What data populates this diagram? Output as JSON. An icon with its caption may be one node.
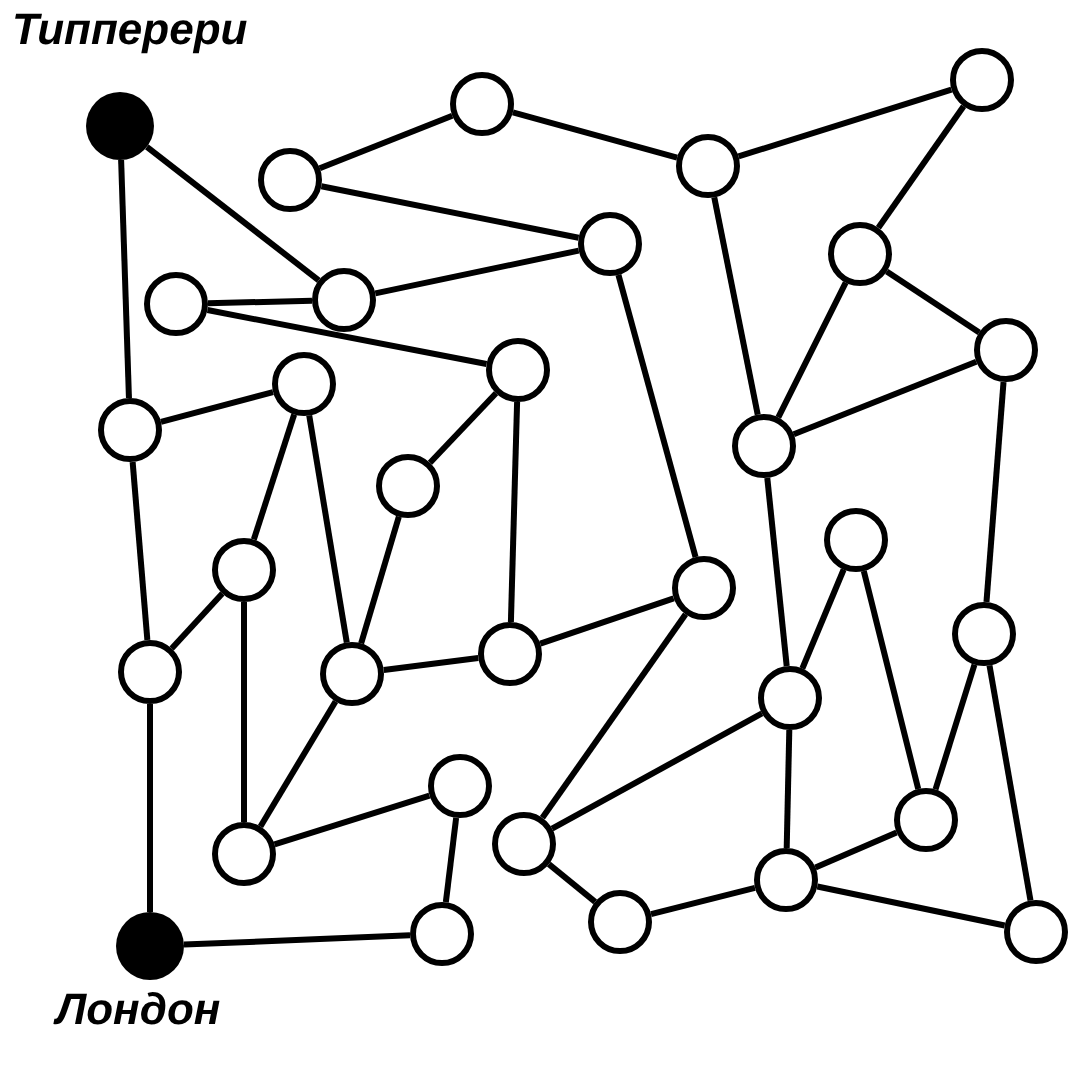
{
  "diagram": {
    "nodes": [
      {
        "text": [],
        "shape": "dot",
        "beside": [
          "Типперери"
        ]
      },
      {
        "text": [],
        "shape": "circle"
      },
      {
        "text": [],
        "shape": "circle"
      },
      {
        "text": [],
        "shape": "circle"
      },
      {
        "text": [],
        "shape": "circle"
      },
      {
        "text": [],
        "shape": "circle"
      },
      {
        "text": [],
        "shape": "circle"
      },
      {
        "text": [],
        "shape": "circle"
      },
      {
        "text": [],
        "shape": "circle"
      },
      {
        "text": [],
        "shape": "circle"
      },
      {
        "text": [],
        "shape": "circle"
      },
      {
        "text": [],
        "shape": "circle"
      },
      {
        "text": [],
        "shape": "circle"
      },
      {
        "text": [],
        "shape": "circle"
      },
      {
        "text": [],
        "shape": "circle"
      },
      {
        "text": [],
        "shape": "circle"
      },
      {
        "text": [],
        "shape": "circle"
      },
      {
        "text": [],
        "shape": "circle"
      },
      {
        "text": [],
        "shape": "circle"
      },
      {
        "text": [],
        "shape": "circle"
      },
      {
        "text": [],
        "shape": "circle"
      },
      {
        "text": [],
        "shape": "circle"
      },
      {
        "text": [],
        "shape": "circle"
      },
      {
        "text": [],
        "shape": "circle"
      },
      {
        "text": [],
        "shape": "circle"
      },
      {
        "text": [],
        "shape": "circle"
      },
      {
        "text": [],
        "shape": "circle"
      },
      {
        "text": [],
        "shape": "circle"
      },
      {
        "text": [],
        "shape": "circle"
      },
      {
        "text": [],
        "shape": "circle"
      },
      {
        "text": [],
        "shape": "circle"
      },
      {
        "text": [],
        "shape": "dot",
        "beside": [
          "Лондон"
        ]
      }
    ],
    "edges": [
      {
        "from": 0,
        "to": 11,
        "arrow": "none"
      },
      {
        "from": 0,
        "to": 6,
        "arrow": "none"
      },
      {
        "from": 2,
        "to": 1,
        "arrow": "none"
      },
      {
        "from": 2,
        "to": 5,
        "arrow": "none"
      },
      {
        "from": 7,
        "to": 6,
        "arrow": "none"
      },
      {
        "from": 7,
        "to": 9,
        "arrow": "none"
      },
      {
        "from": 6,
        "to": 5,
        "arrow": "none"
      },
      {
        "from": 11,
        "to": 10,
        "arrow": "none"
      },
      {
        "from": 10,
        "to": 15,
        "arrow": "none"
      },
      {
        "from": 10,
        "to": 19,
        "arrow": "none"
      },
      {
        "from": 14,
        "to": 19,
        "arrow": "none"
      },
      {
        "from": 9,
        "to": 14,
        "arrow": "none"
      },
      {
        "from": 9,
        "to": 18,
        "arrow": "none"
      },
      {
        "from": 1,
        "to": 4,
        "arrow": "none"
      },
      {
        "from": 4,
        "to": 3,
        "arrow": "none"
      },
      {
        "from": 3,
        "to": 8,
        "arrow": "none"
      },
      {
        "from": 4,
        "to": 13,
        "arrow": "none"
      },
      {
        "from": 8,
        "to": 13,
        "arrow": "none"
      },
      {
        "from": 8,
        "to": 12,
        "arrow": "none"
      },
      {
        "from": 13,
        "to": 12,
        "arrow": "none"
      },
      {
        "from": 12,
        "to": 20,
        "arrow": "none"
      },
      {
        "from": 5,
        "to": 17,
        "arrow": "none"
      },
      {
        "from": 13,
        "to": 22,
        "arrow": "none"
      },
      {
        "from": 11,
        "to": 21,
        "arrow": "none"
      },
      {
        "from": 21,
        "to": 15,
        "arrow": "none"
      },
      {
        "from": 15,
        "to": 24,
        "arrow": "none"
      },
      {
        "from": 24,
        "to": 19,
        "arrow": "none"
      },
      {
        "from": 24,
        "to": 23,
        "arrow": "none"
      },
      {
        "from": 21,
        "to": 31,
        "arrow": "none"
      },
      {
        "from": 31,
        "to": 28,
        "arrow": "none"
      },
      {
        "from": 28,
        "to": 23,
        "arrow": "none"
      },
      {
        "from": 19,
        "to": 18,
        "arrow": "none"
      },
      {
        "from": 18,
        "to": 17,
        "arrow": "none"
      },
      {
        "from": 17,
        "to": 25,
        "arrow": "none"
      },
      {
        "from": 22,
        "to": 16,
        "arrow": "none"
      },
      {
        "from": 22,
        "to": 25,
        "arrow": "none"
      },
      {
        "from": 22,
        "to": 27,
        "arrow": "none"
      },
      {
        "from": 16,
        "to": 26,
        "arrow": "none"
      },
      {
        "from": 20,
        "to": 26,
        "arrow": "none"
      },
      {
        "from": 20,
        "to": 30,
        "arrow": "none"
      },
      {
        "from": 25,
        "to": 29,
        "arrow": "none"
      },
      {
        "from": 29,
        "to": 27,
        "arrow": "none"
      },
      {
        "from": 27,
        "to": 26,
        "arrow": "none"
      },
      {
        "from": 27,
        "to": 30,
        "arrow": "none"
      }
    ]
  }
}
